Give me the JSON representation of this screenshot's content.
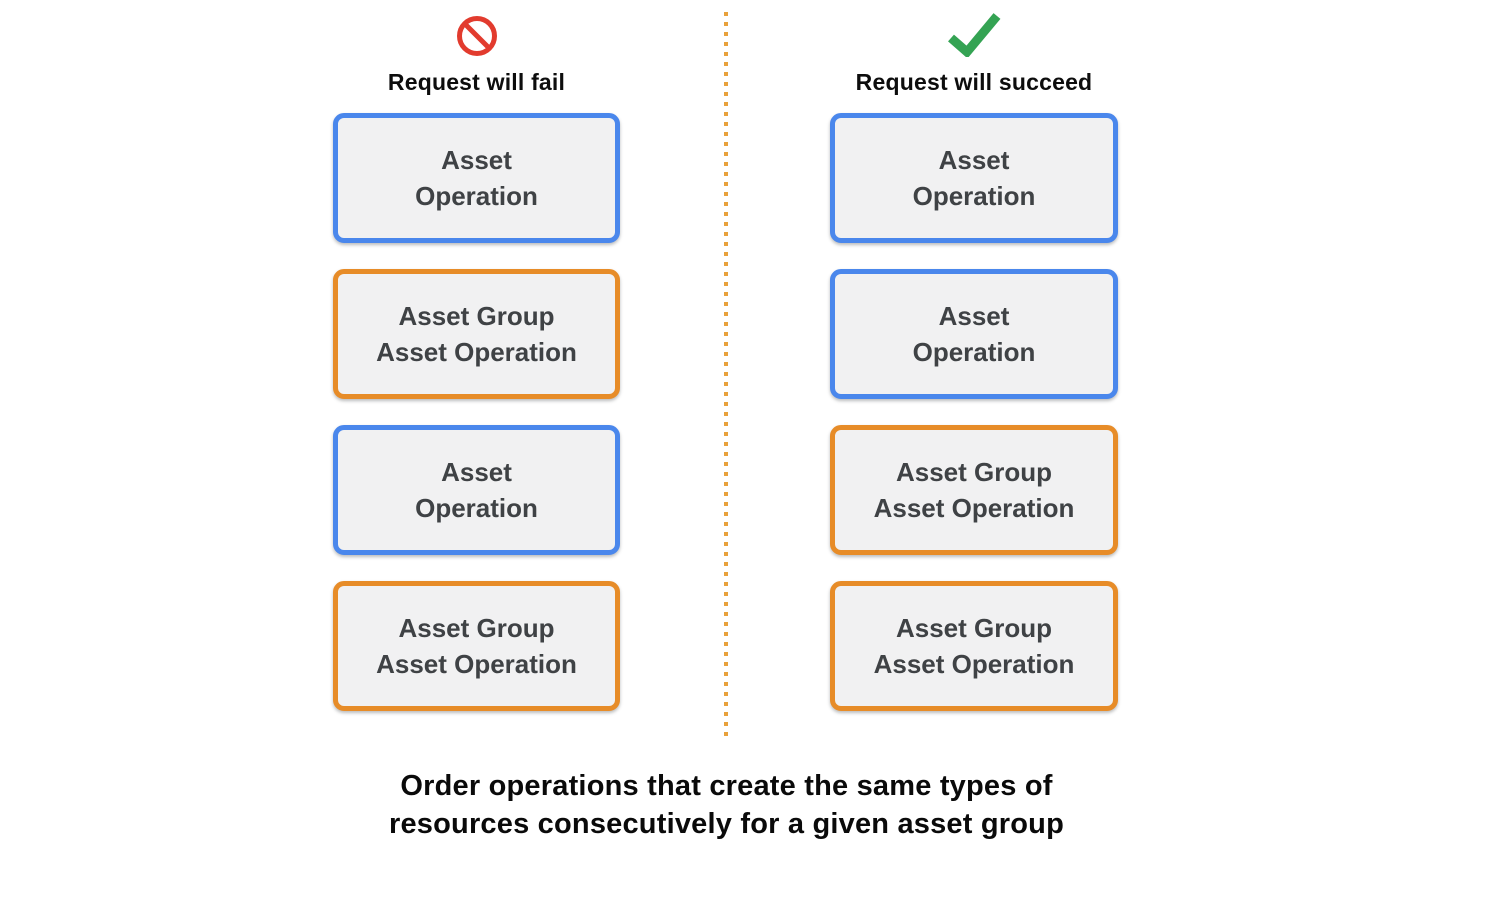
{
  "columns": [
    {
      "title": "Request will fail",
      "icon": "prohibited-icon",
      "boxes": [
        {
          "type": "asset",
          "label": "Asset\nOperation"
        },
        {
          "type": "asset-group",
          "label": "Asset Group\nAsset Operation"
        },
        {
          "type": "asset",
          "label": "Asset\nOperation"
        },
        {
          "type": "asset-group",
          "label": "Asset Group\nAsset Operation"
        }
      ]
    },
    {
      "title": "Request will succeed",
      "icon": "check-icon",
      "boxes": [
        {
          "type": "asset",
          "label": "Asset\nOperation"
        },
        {
          "type": "asset",
          "label": "Asset\nOperation"
        },
        {
          "type": "asset-group",
          "label": "Asset Group\nAsset Operation"
        },
        {
          "type": "asset-group",
          "label": "Asset Group\nAsset Operation"
        }
      ]
    }
  ],
  "caption": "Order operations that create the same types of\nresources consecutively for a given asset group",
  "colors": {
    "asset_operation_border": "#4A87EC",
    "asset_group_operation_border": "#E78C28",
    "box_fill": "#F1F1F2",
    "box_text": "#3F4245",
    "fail_icon": "#E23B2E",
    "succeed_icon": "#34A353",
    "divider_dots": "#E8A13C"
  }
}
